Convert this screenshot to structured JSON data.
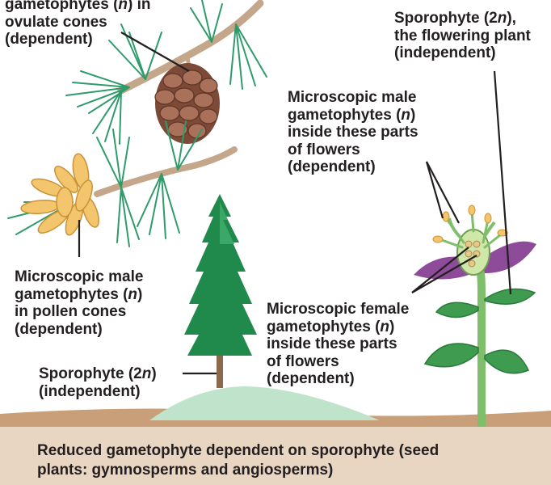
{
  "labels": {
    "ovulate": {
      "l1_pre": "gametophytes (",
      "l1_n": "n",
      "l1_post": ") in",
      "l2": "ovulate cones",
      "l3": "(dependent)"
    },
    "sporophyte_flowering": {
      "l1_pre": "Sporophyte (2",
      "l1_n": "n",
      "l1_post": "),",
      "l2": "the flowering plant",
      "l3": "(independent)"
    },
    "male_flowers": {
      "l1": "Microscopic male",
      "l2_pre": "gametophytes (",
      "l2_n": "n",
      "l2_post": ")",
      "l3": "inside these parts",
      "l4": "of flowers",
      "l5": "(dependent)"
    },
    "male_pollen": {
      "l1": "Microscopic male",
      "l2_pre": "gametophytes (",
      "l2_n": "n",
      "l2_post": ")",
      "l3": "in pollen cones",
      "l4": "(dependent)"
    },
    "female_flowers": {
      "l1": "Microscopic female",
      "l2_pre": "gametophytes (",
      "l2_n": "n",
      "l2_post": ")",
      "l3": "inside these parts",
      "l4": "of flowers",
      "l5": "(dependent)"
    },
    "sporophyte_tree": {
      "l1_pre": "Sporophyte (2",
      "l1_n": "n",
      "l1_post": ")",
      "l2": "(independent)"
    }
  },
  "caption": {
    "line1": "Reduced gametophyte dependent on sporophyte (seed",
    "line2": "plants: gymnosperms and angiosperms)"
  },
  "colors": {
    "text": "#231f20",
    "caption_band": "#e7d3bf",
    "soil": "#c39a73",
    "hill": "#b9dfc5",
    "needle": "#2f9b6a",
    "branch": "#c7a98c",
    "cone": "#8c5a44",
    "pollen": "#f2c46b",
    "leaf": "#3e9b4f",
    "petal": "#8e4b9a",
    "stem": "#7fbf6b"
  }
}
